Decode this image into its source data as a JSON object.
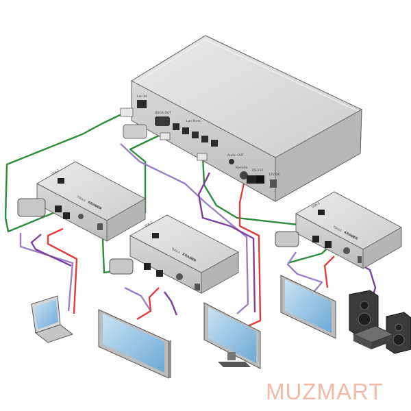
{
  "main_unit": {
    "ports": {
      "lan_in": "Lan IN",
      "dsga_out": "DSGA OUT",
      "lan_ports": "Lan Ports",
      "audio_out": "Audio OUT",
      "remote": "Remote",
      "rs232": "RS-232",
      "power": "12V DC"
    }
  },
  "receivers": [
    {
      "model": "VIA-1",
      "brand": "KRAMER",
      "series": "TOOLS"
    },
    {
      "model": "VIA-1",
      "brand": "KRAMER",
      "series": "TOOLS"
    },
    {
      "model": "VIA-1",
      "brand": "KRAMER",
      "series": "TOOLS"
    }
  ],
  "cable_colors": {
    "lan": "#2e8b3a",
    "vga": "#9b7fc6",
    "audio": "#e23c3c",
    "serial": "#7c3f9b"
  },
  "icons": [
    "laptop-icon",
    "display-icon",
    "speaker-icon"
  ],
  "watermark": "MUZMART"
}
